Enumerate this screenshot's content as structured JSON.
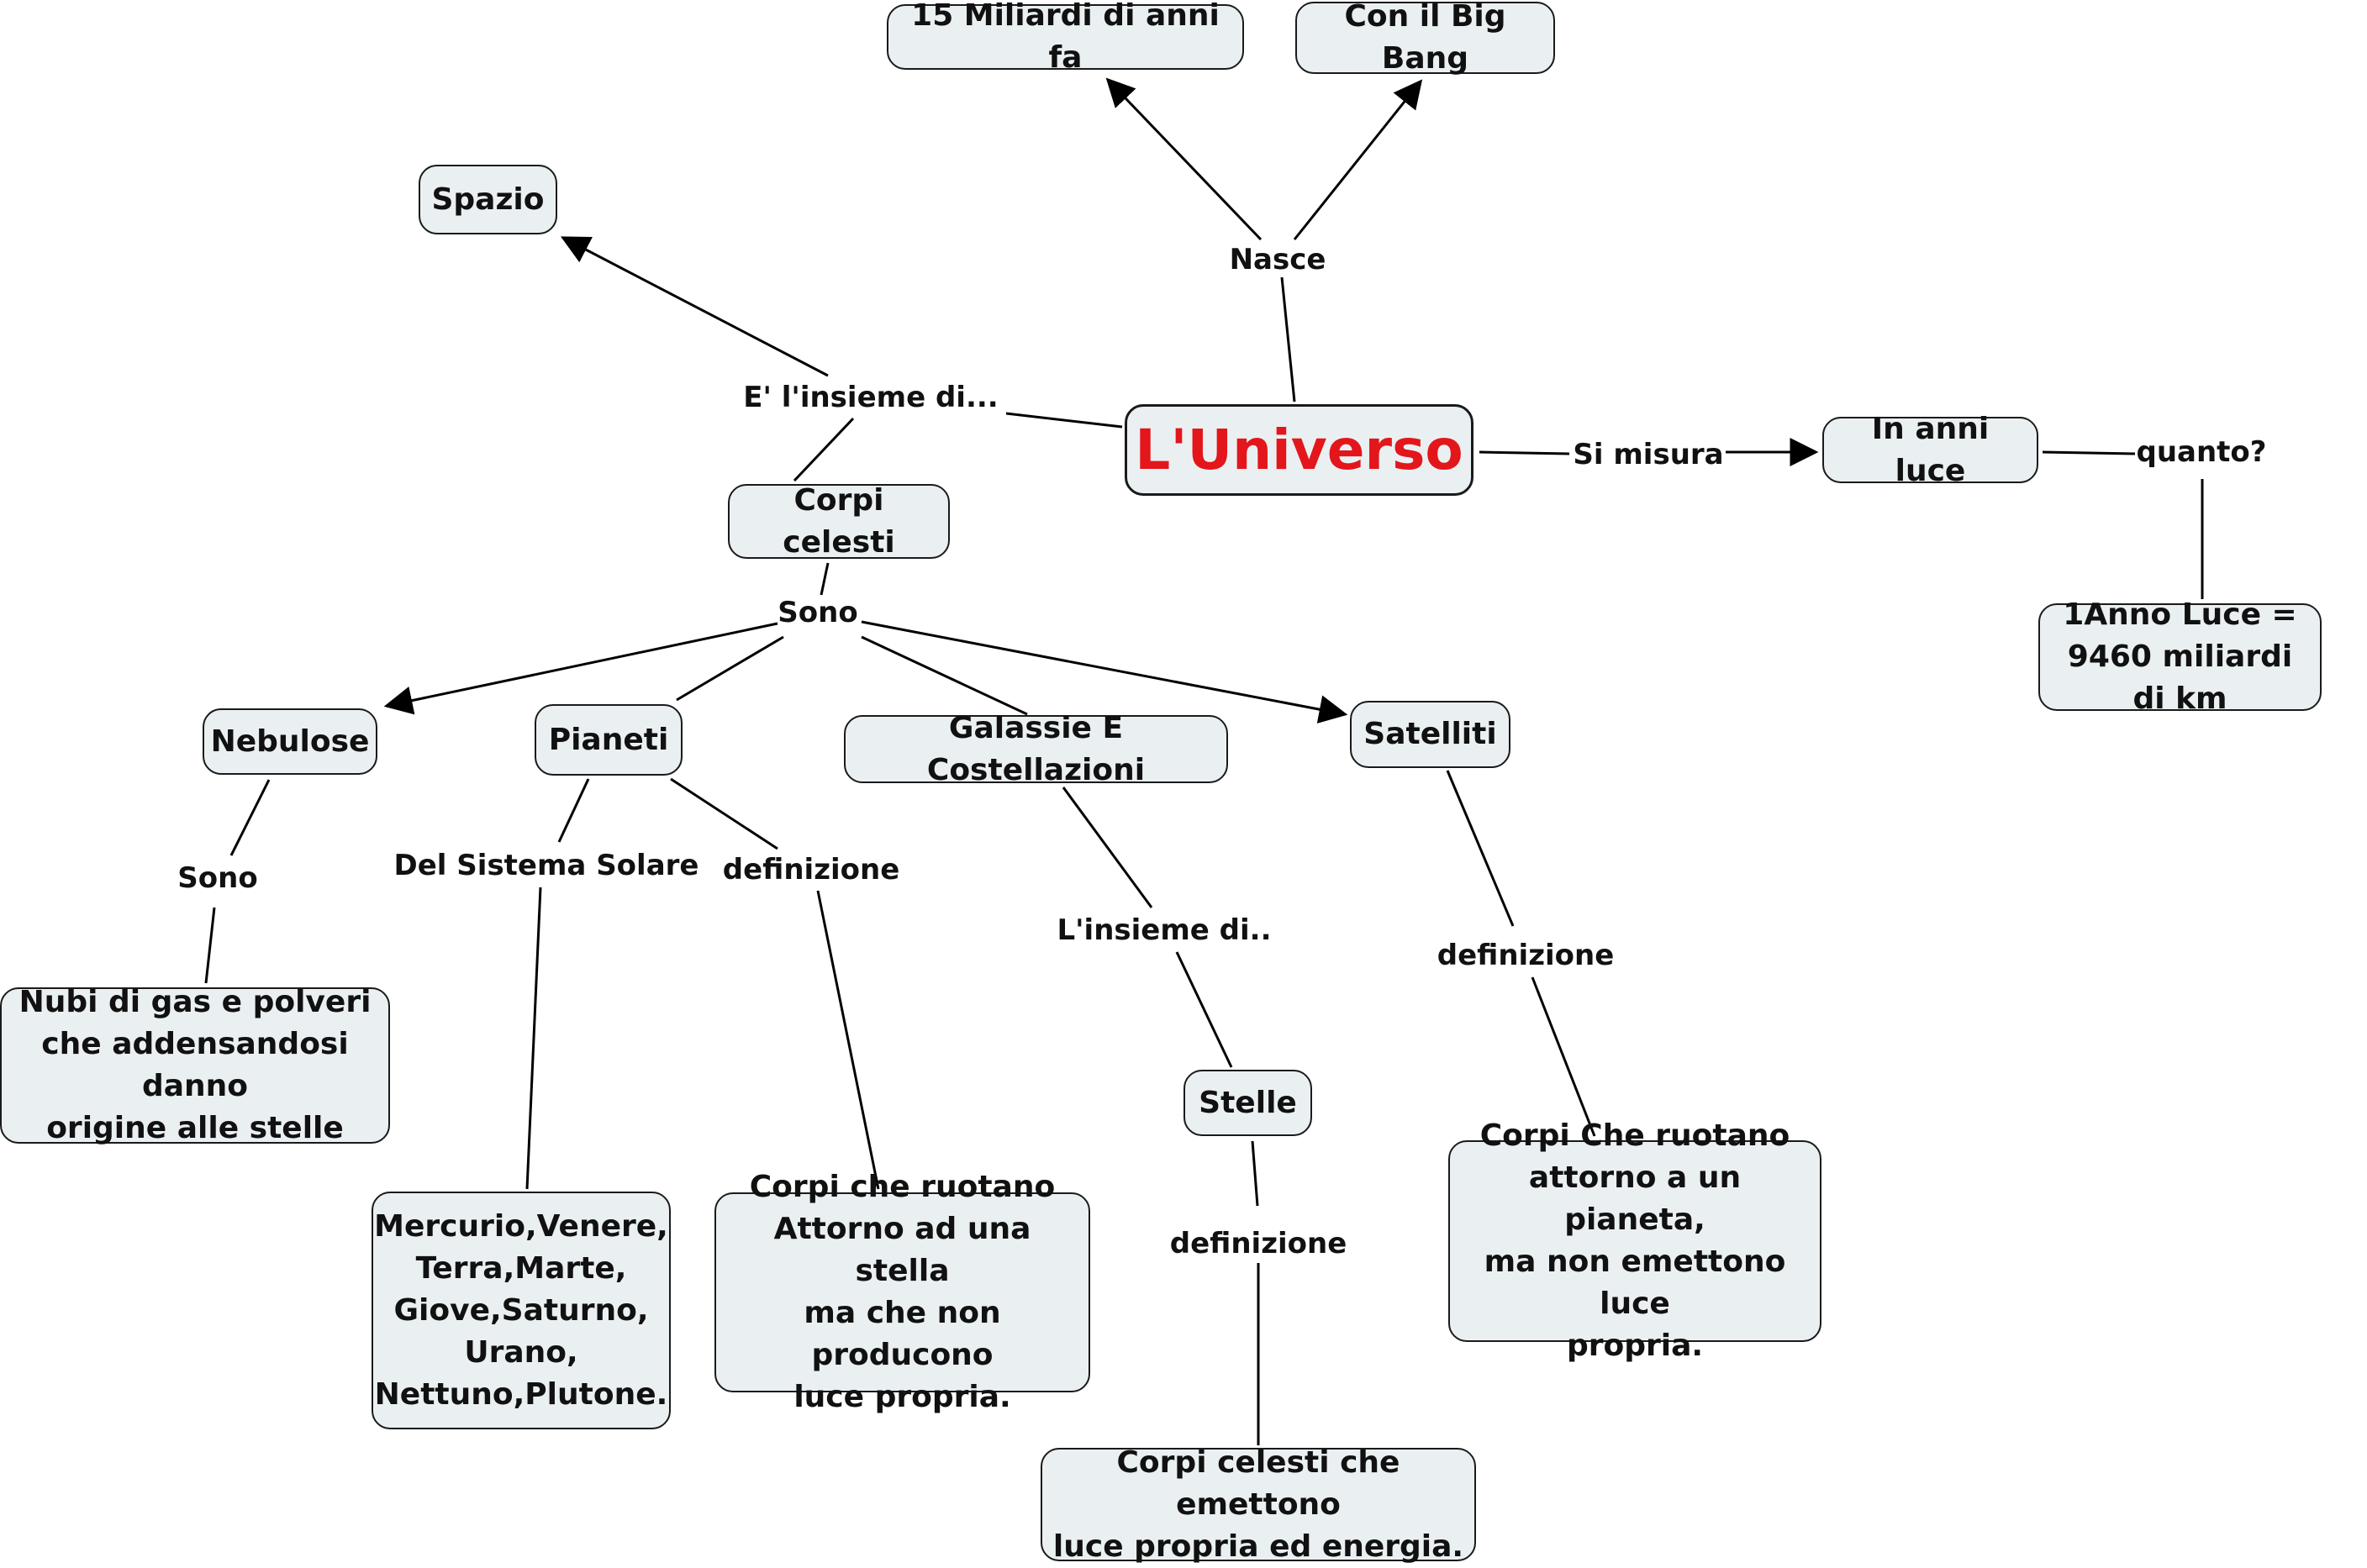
{
  "nodes": {
    "universo": "L'Universo",
    "miliardi": "15 Miliardi di anni fa",
    "bigbang": "Con il Big Bang",
    "spazio": "Spazio",
    "corpi_celesti": "Corpi celesti",
    "anni_luce": "In anni luce",
    "anno_luce_def": "1Anno Luce =\n9460 miliardi di km",
    "nebulose": "Nebulose",
    "pianeti": "Pianeti",
    "galassie": "Galassie E Costellazioni",
    "satelliti": "Satelliti",
    "nubi": "Nubi di gas e polveri\nche addensandosi danno\norigine alle stelle",
    "elenco_pianeti": "Mercurio,Venere,\nTerra,Marte,\nGiove,Saturno,\nUrano,\nNettuno,Plutone.",
    "def_pianeti": "Corpi che ruotano\nAttorno ad una stella\nma che non producono\nluce propria.",
    "stelle": "Stelle",
    "def_stelle": "Corpi celesti che emettono\nluce propria ed energia.",
    "def_satelliti": "Corpi Che ruotano\nattorno a un pianeta,\nma non emettono luce\npropria."
  },
  "links": {
    "nasce": "Nasce",
    "insieme": "E' l'insieme di...",
    "si_misura": "Si misura",
    "quanto": "quanto?",
    "sono": "Sono",
    "sono_nebulose": "Sono",
    "sistema_solare": "Del Sistema Solare",
    "def_pianeti": "definizione",
    "insieme_di": "L'insieme di..",
    "def_satelliti": "definizione",
    "def_stelle": "definizione"
  },
  "colors": {
    "title": "#e3161b",
    "node_fill": "#eaf0f2",
    "line": "#000000"
  }
}
